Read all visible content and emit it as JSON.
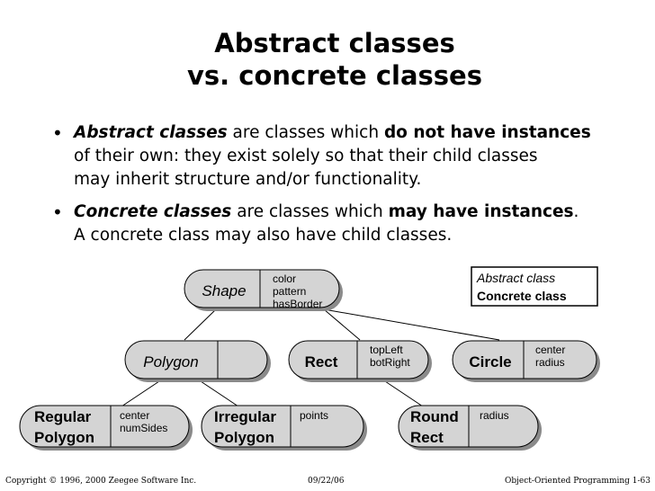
{
  "title": {
    "line1": "Abstract classes",
    "line2": "vs. concrete classes"
  },
  "bullets": [
    {
      "term": "Abstract classes",
      "pre": " are classes which ",
      "emph": "do not have instances",
      "line2": "of their own:  they exist solely so that their child classes",
      "line3": "may inherit structure and/or functionality."
    },
    {
      "term": "Concrete classes",
      "pre": " are classes which ",
      "emph": "may have instances",
      "post": ".",
      "line2": "A concrete class may also have child classes."
    }
  ],
  "legend": {
    "abstract": "Abstract class",
    "concrete": "Concrete class"
  },
  "nodes": {
    "shape": {
      "name": "Shape",
      "attrs": [
        "color",
        "pattern",
        "hasBorder"
      ],
      "kind": "abstract"
    },
    "polygon": {
      "name": "Polygon",
      "attrs": [],
      "kind": "abstract"
    },
    "rect": {
      "name": "Rect",
      "attrs": [
        "topLeft",
        "botRight"
      ],
      "kind": "concrete"
    },
    "circle": {
      "name": "Circle",
      "attrs": [
        "center",
        "radius"
      ],
      "kind": "concrete"
    },
    "regular": {
      "name": [
        "Regular",
        "Polygon"
      ],
      "attrs": [
        "center",
        "numSides"
      ],
      "kind": "concrete"
    },
    "irregular": {
      "name": [
        "Irregular",
        "Polygon"
      ],
      "attrs": [
        "points"
      ],
      "kind": "concrete"
    },
    "round": {
      "name": [
        "Round",
        "Rect"
      ],
      "attrs": [
        "radius"
      ],
      "kind": "concrete"
    }
  },
  "footer": {
    "copyright": "Copyright © 1996, 2000 Zeegee Software Inc.",
    "date": "09/22/06",
    "course": "Object-Oriented Programming 1-63"
  },
  "colors": {
    "node_fill": "#d4d4d4",
    "shadow": "#8a8a8a",
    "text": "#000000"
  }
}
